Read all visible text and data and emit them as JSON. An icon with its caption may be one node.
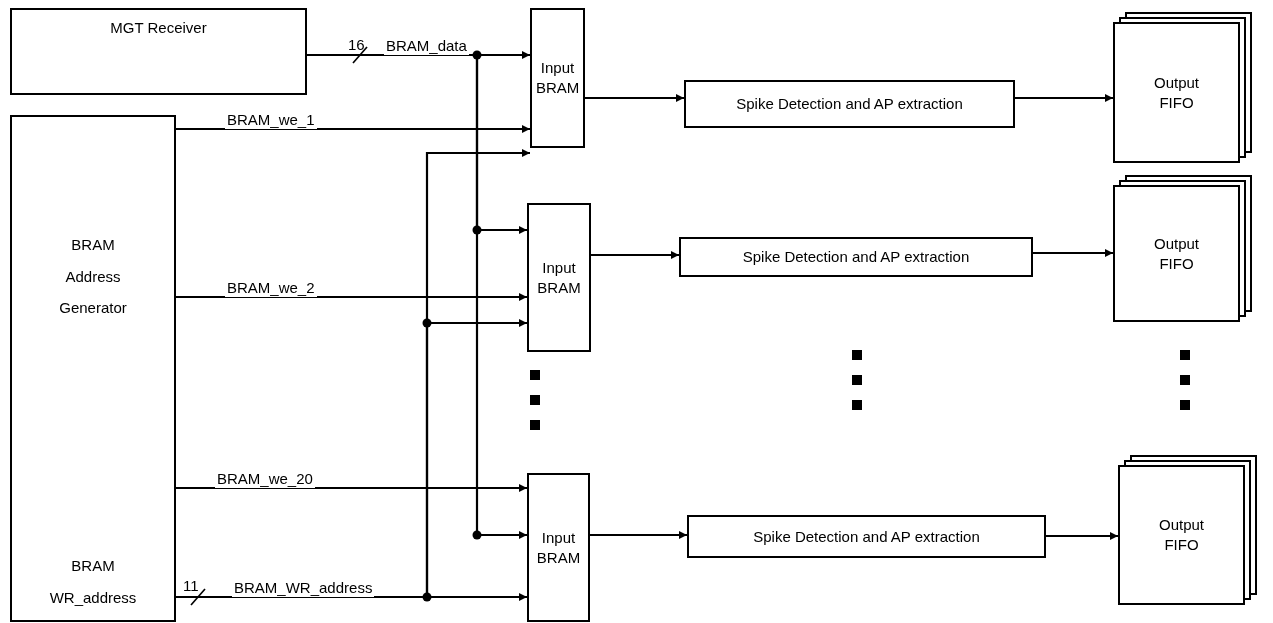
{
  "diagram": {
    "nodes": [
      {
        "text": [
          "MGT  Receiver"
        ]
      },
      {
        "text": [
          "BRAM Address Generator",
          "BRAM WR_address"
        ]
      },
      {
        "text": [
          "Input BRAM"
        ]
      },
      {
        "text": [
          "Spike Detection and AP extraction"
        ]
      },
      {
        "text": [
          "Output FIFO"
        ]
      },
      {
        "text": [
          "Input BRAM"
        ]
      },
      {
        "text": [
          "Spike Detection and AP extraction"
        ]
      },
      {
        "text": [
          "Output FIFO"
        ]
      },
      {
        "text": [
          "Input BRAM"
        ]
      },
      {
        "text": [
          "Spike Detection and AP extraction"
        ]
      },
      {
        "text": [
          "Output FIFO"
        ]
      }
    ],
    "edges": [
      {
        "from": 0,
        "to": 2,
        "arrow": "to",
        "label": "BRAM_data"
      },
      {
        "from": 0,
        "to": 5,
        "arrow": "to"
      },
      {
        "from": 0,
        "to": 8,
        "arrow": "to"
      },
      {
        "from": 1,
        "to": 2,
        "arrow": "to",
        "label": "BRAM_we_1"
      },
      {
        "from": 1,
        "to": 2,
        "arrow": "to"
      },
      {
        "from": 1,
        "to": 5,
        "arrow": "to",
        "label": "BRAM_we_2"
      },
      {
        "from": 1,
        "to": 5,
        "arrow": "to"
      },
      {
        "from": 1,
        "to": 8,
        "arrow": "to",
        "label": "BRAM_we_20"
      },
      {
        "from": 1,
        "to": 8,
        "arrow": "to",
        "label": "BRAM_WR_address"
      },
      {
        "from": 2,
        "to": 3,
        "arrow": "to"
      },
      {
        "from": 3,
        "to": 4,
        "arrow": "to"
      },
      {
        "from": 5,
        "to": 6,
        "arrow": "to"
      },
      {
        "from": 6,
        "to": 7,
        "arrow": "to"
      },
      {
        "from": 8,
        "to": 9,
        "arrow": "to"
      },
      {
        "from": 9,
        "to": 10,
        "arrow": "to"
      }
    ],
    "labels": [
      "16",
      "11"
    ]
  }
}
